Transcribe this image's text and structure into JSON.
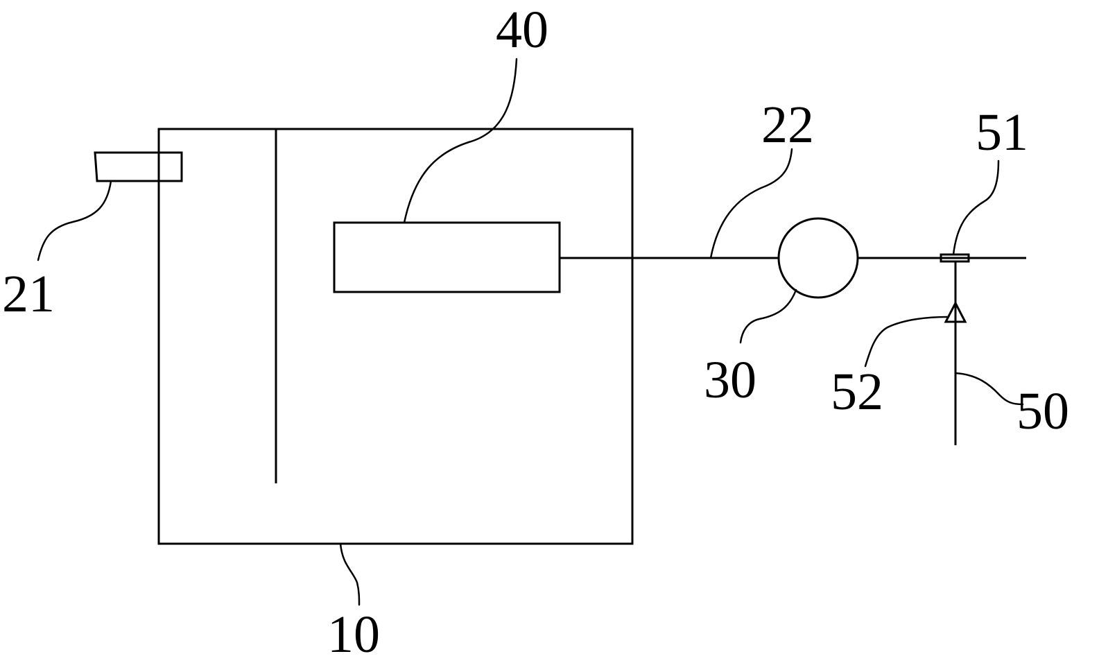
{
  "labels": {
    "tank": "10",
    "inlet": "21",
    "pipe": "22",
    "pump": "30",
    "filter": "40",
    "branch_pipe": "50",
    "joint": "51",
    "check_valve": "52"
  },
  "colors": {
    "stroke": "#000000",
    "background": "#ffffff"
  }
}
